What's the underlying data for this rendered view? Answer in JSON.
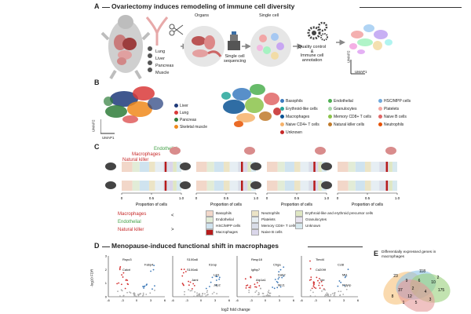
{
  "panelA": {
    "letter": "A",
    "title": "Ovariectomy induces remodeling of immune cell diversity",
    "organs": [
      "Lung",
      "Liver",
      "Pancreas",
      "Muscle"
    ],
    "organs_label": "Organs",
    "single_cell_label": "Single cell",
    "seq_label": "Single cell\nsequencing",
    "qc_label": "Quality control\n&\nImmune cell\nannotation",
    "umap1": "UMAP1",
    "umap2": "UMAP2"
  },
  "panelB": {
    "letter": "B",
    "umap1": "UMAP1",
    "umap2": "UMAP2",
    "organ_legend": [
      {
        "label": "Liver",
        "color": "#1f3a7a"
      },
      {
        "label": "Lung",
        "color": "#d93a3a"
      },
      {
        "label": "Pancreas",
        "color": "#2f7d3a"
      },
      {
        "label": "Skeletal muscle",
        "color": "#f08a1c"
      }
    ],
    "cell_legend": [
      {
        "label": "Basophils",
        "color": "#3b7bbf"
      },
      {
        "label": "Endothelial",
        "color": "#4caf50"
      },
      {
        "label": "HSC/MPP cells",
        "color": "#6fa8dc"
      },
      {
        "label": "Erythroid-like cells",
        "color": "#26a69a"
      },
      {
        "label": "Granulocytes",
        "color": "#a5d6a7"
      },
      {
        "label": "Platelets",
        "color": "#f4a6a0"
      },
      {
        "label": "Macrophages",
        "color": "#0b5394"
      },
      {
        "label": "Memory CD8+ T cells",
        "color": "#8bc34a"
      },
      {
        "label": "Naive B cells",
        "color": "#e06666"
      },
      {
        "label": "Naive CD4+ T cells",
        "color": "#f6b26b"
      },
      {
        "label": "Natural killer cells",
        "color": "#bf7a2a"
      },
      {
        "label": "Neutrophils",
        "color": "#e65100"
      },
      {
        "label": "Unknown",
        "color": "#c62828"
      }
    ]
  },
  "panelC": {
    "letter": "C",
    "endothelial": "Endothelial",
    "macrophages": "Macrophages",
    "natural_killer": "Natural killer",
    "xlabel": "Proportion of cells",
    "ticks": [
      "0",
      "0.5",
      "1.0"
    ],
    "compare": [
      {
        "label": "Macrophages",
        "op": "<"
      },
      {
        "label": "Endothelial",
        "op": ""
      },
      {
        "label": "Natural killer",
        "op": ">"
      }
    ],
    "legend": [
      {
        "label": "Basophils",
        "color": "#f2d7c9"
      },
      {
        "label": "Neutrophils",
        "color": "#ece4c6"
      },
      {
        "label": "Erythroid-like and erythroid precursor cells",
        "color": "#dfe7c3"
      },
      {
        "label": "Endothelial",
        "color": "#e2ecd7"
      },
      {
        "label": "Platelets",
        "color": "#e6eef3"
      },
      {
        "label": "Granulocytes",
        "color": "#e7e3ef"
      },
      {
        "label": "HSC/MPP cells",
        "color": "#cfe3ef"
      },
      {
        "label": "Memory CD8+ T cells",
        "color": "#d9dde8"
      },
      {
        "label": "Unknown",
        "color": "#d7e8ee"
      },
      {
        "label": "Macrophages",
        "color": "#b71c1c"
      },
      {
        "label": "Naive B cells",
        "color": "#dad6ea"
      }
    ]
  },
  "panelD": {
    "letter": "D",
    "title": "Menopause-induced functional shift in macrophages",
    "ylabel": "-log10 FDR",
    "xlabel": "log2 fold change",
    "xticks": [
      "-6",
      "-3",
      "0",
      "3",
      "6"
    ],
    "yticks": [
      "0",
      "1",
      "2",
      "3"
    ],
    "plots": [
      {
        "genes": [
          "Rspo3",
          "Fabp4",
          "Calcrl"
        ]
      },
      {
        "genes": [
          "S100a8",
          "Il1rap",
          "S100a6",
          "Lst1",
          "Jaml",
          "Jdp2"
        ]
      },
      {
        "genes": [
          "Resp18",
          "Chga",
          "Igfbp7",
          "Dab2",
          "Atp1a1",
          "Mrc1"
        ]
      },
      {
        "genes": [
          "Timd4",
          "Ccl8",
          "Cd209f",
          "Mt1",
          "Ide",
          "Pglyrp"
        ]
      }
    ]
  },
  "panelE": {
    "letter": "E",
    "title": "Differentially expressed genes in macrophages",
    "counts": [
      "23",
      "118",
      "9",
      "10",
      "2",
      "175",
      "37",
      "6",
      "4",
      "12",
      "8",
      "3",
      "5",
      "1",
      "2"
    ]
  }
}
